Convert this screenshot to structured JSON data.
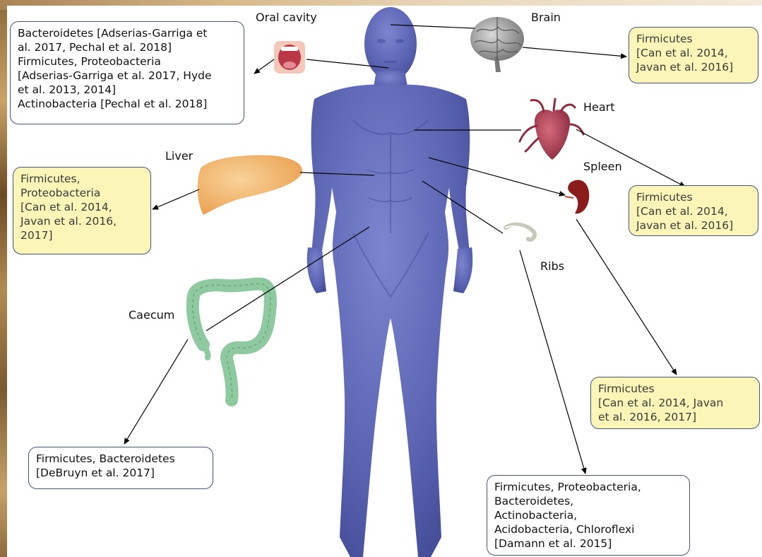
{
  "labels": {
    "oral": "Oral cavity",
    "brain": "Brain",
    "heart": "Heart",
    "spleen": "Spleen",
    "liver": "Liver",
    "ribs": "Ribs",
    "caecum": "Caecum"
  },
  "boxes": {
    "oral": "Bacteroidetes [Adserias-Garriga et\nal. 2017, Pechal et al. 2018]\nFirmicutes, Proteobacteria\n[Adserias-Garriga et al. 2017, Hyde\net al. 2013, 2014]\nActinobacteria [Pechal et al. 2018]",
    "brain": "Firmicutes\n[Can et al. 2014,\nJavan et al. 2016]",
    "heart": "Firmicutes\n[Can et al. 2014,\nJavan et al. 2016]",
    "liver": "Firmicutes,\nProteobacteria\n[Can et al. 2014,\nJavan et al. 2016,\n2017]",
    "spleen": "Firmicutes\n[Can et al. 2014, Javan\net al. 2016, 2017]",
    "caecum": "Firmicutes, Bacteroidetes\n[DeBruyn et al. 2017]",
    "ribs": "Firmicutes, Proteobacteria,\nBacteroidetes,\nActinobacteria,\nAcidobacteria, Chloroflexi\n[Damann et al. 2015]"
  },
  "colors": {
    "body": "#5a63b0",
    "box_border": "#45547a",
    "yellow_fill": "#fbf6b7",
    "liver": "#f2b468",
    "heart": "#a8344a",
    "spleen": "#8a1c1c",
    "colon": "#8ec9a0"
  }
}
